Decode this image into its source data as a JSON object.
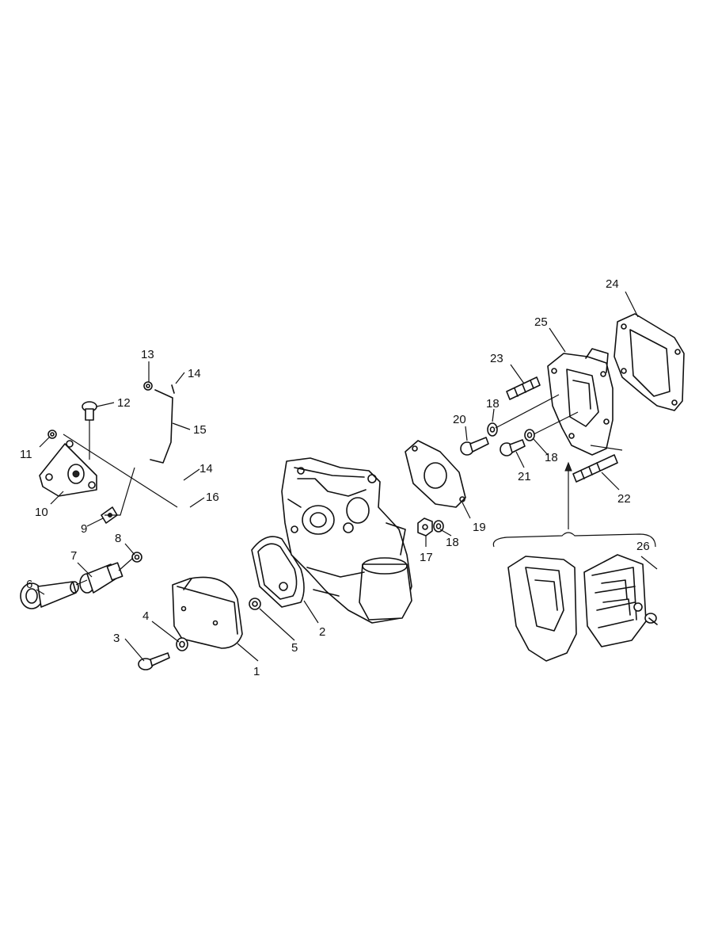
{
  "callouts": {
    "c1": "1",
    "c2": "2",
    "c3": "3",
    "c4": "4",
    "c5": "5",
    "c6": "6",
    "c7": "7",
    "c8": "8",
    "c9": "9",
    "c10": "10",
    "c11": "11",
    "c12": "12",
    "c13": "13",
    "c14a": "14",
    "c14b": "14",
    "c15": "15",
    "c16": "16",
    "c17": "17",
    "c18a": "18",
    "c18b": "18",
    "c18c": "18",
    "c19": "19",
    "c20": "20",
    "c21": "21",
    "c22": "22",
    "c23": "23",
    "c24": "24",
    "c25": "25",
    "c26": "26"
  }
}
